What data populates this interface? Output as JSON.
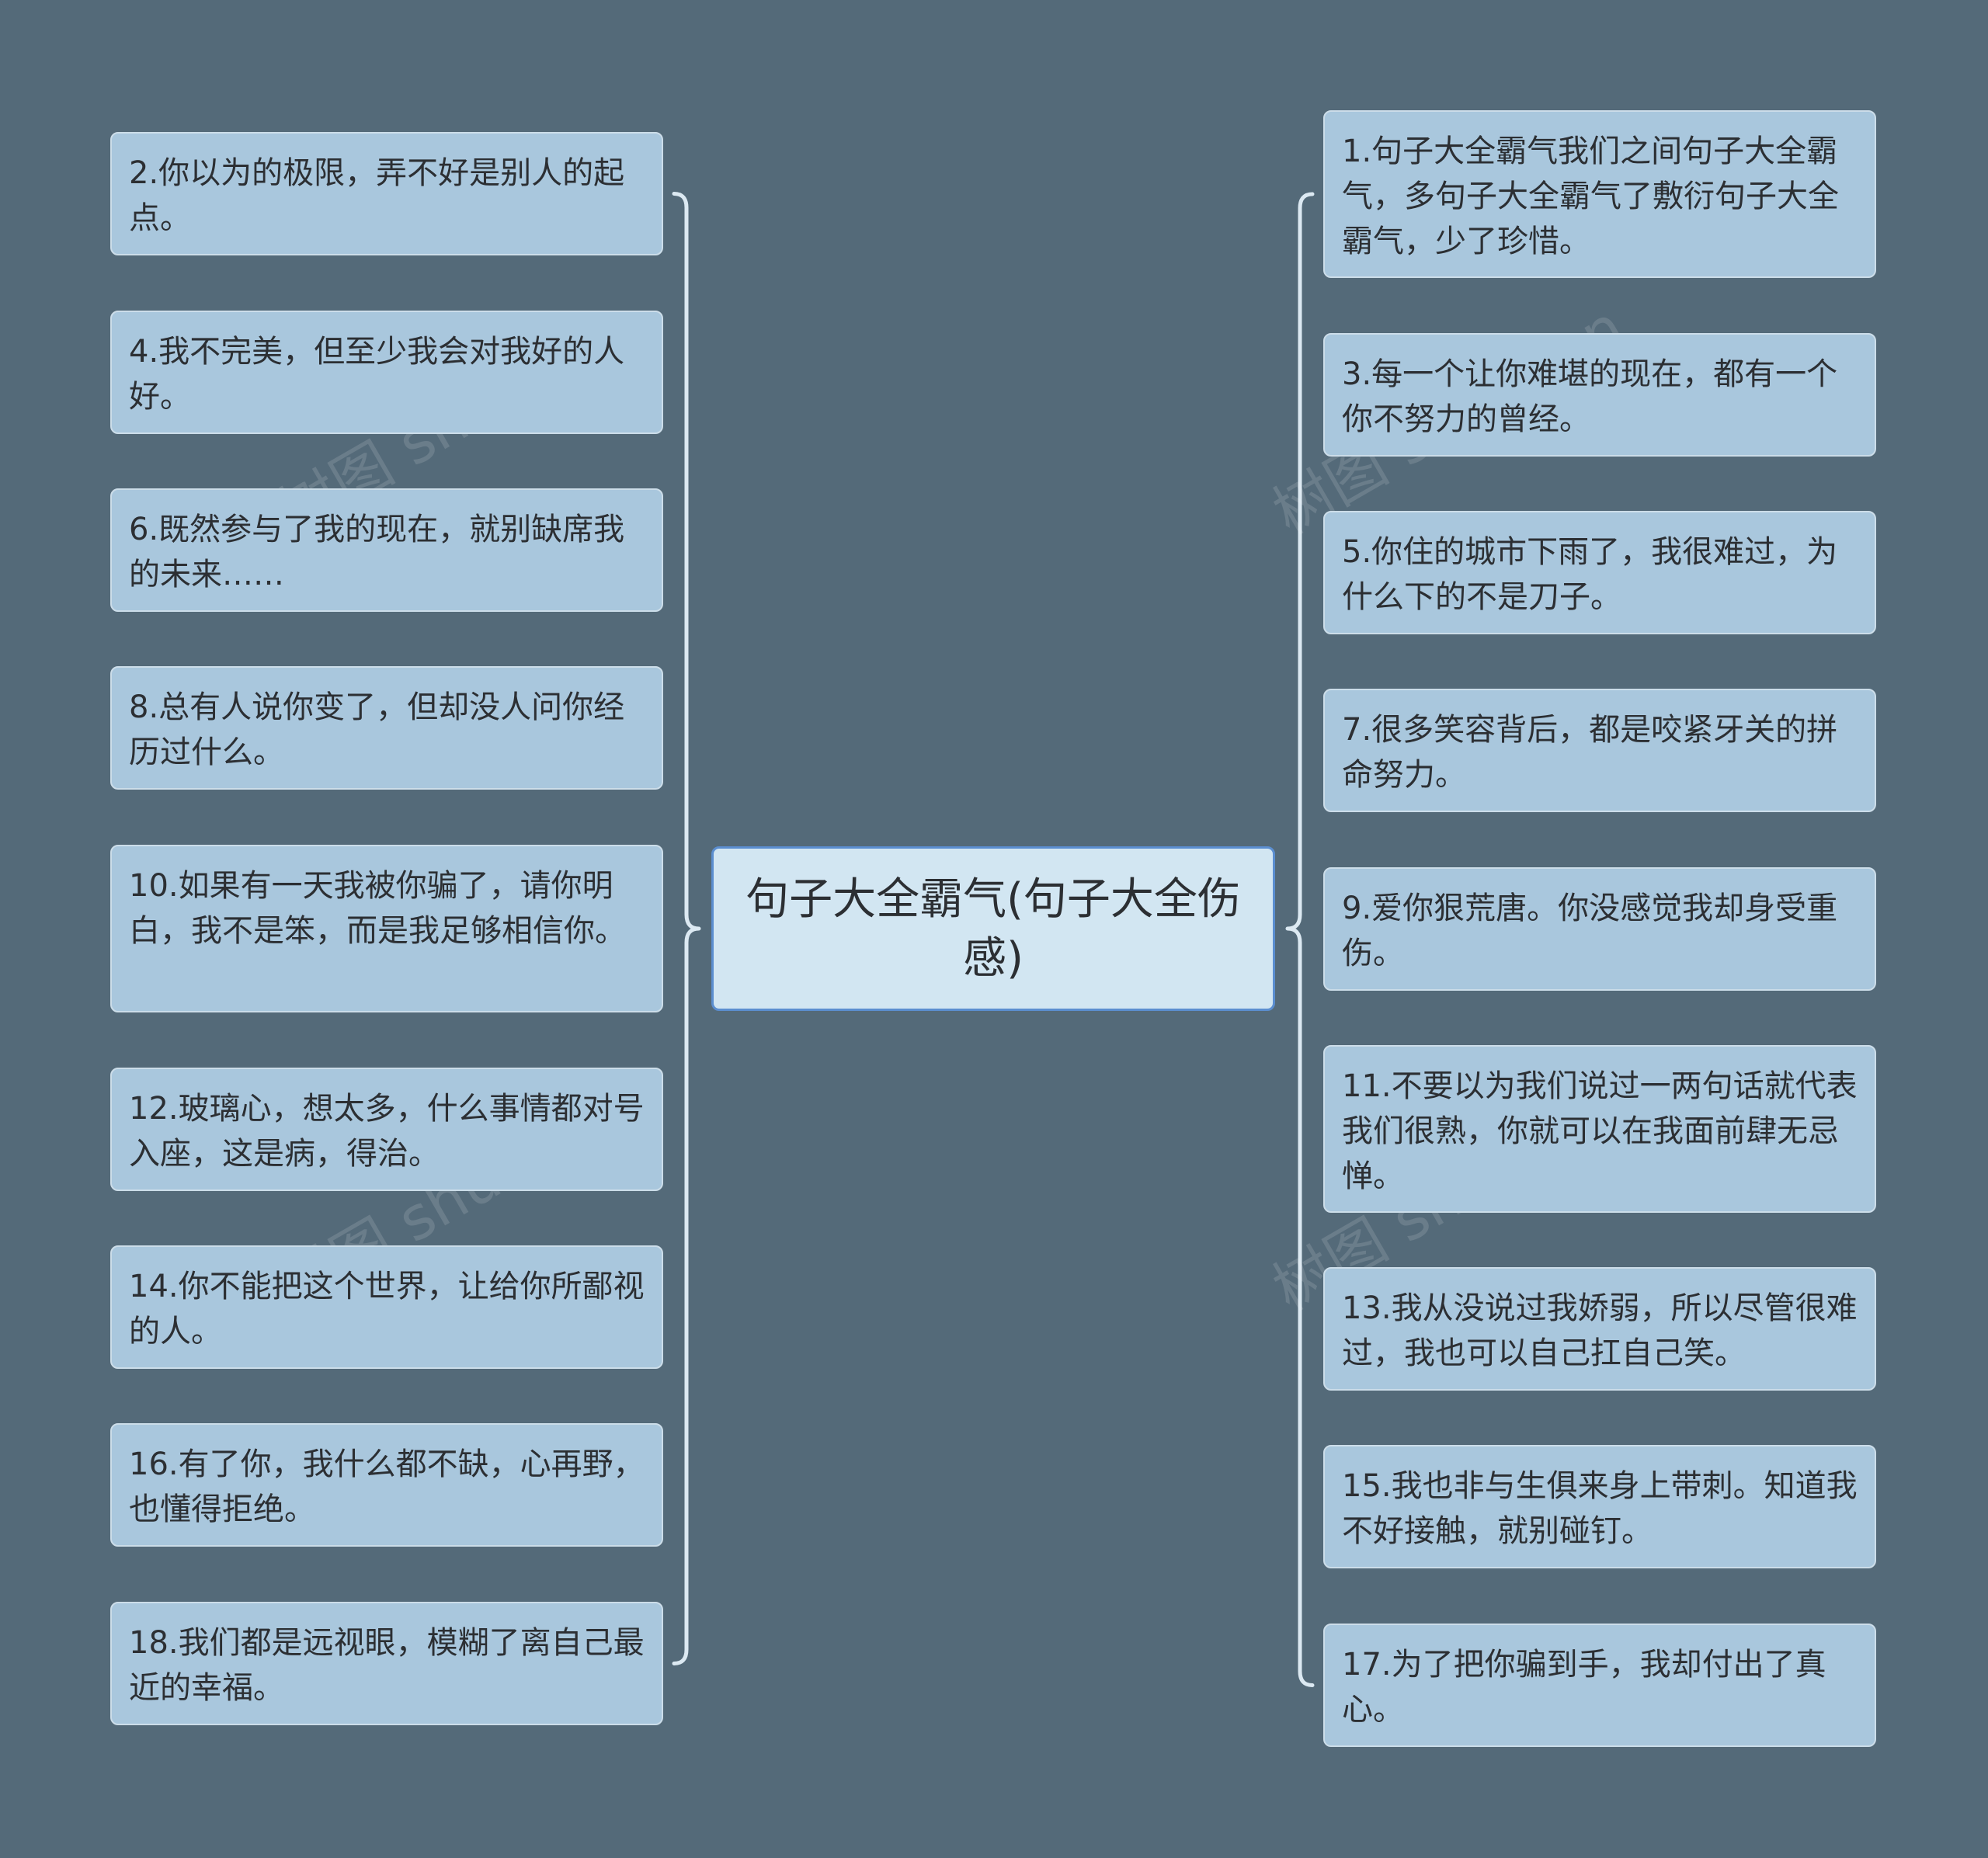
{
  "center": {
    "text": "句子大全霸气(句子大全伤感)"
  },
  "left_nodes": [
    "2.你以为的极限，弄不好是别人的起点。",
    "4.我不完美，但至少我会对我好的人好。",
    "6.既然参与了我的现在，就别缺席我的未来……",
    "8.总有人说你变了，但却没人问你经历过什么。",
    "10.如果有一天我被你骗了，请你明白，我不是笨，而是我足够相信你。",
    "12.玻璃心，想太多，什么事情都对号入座，这是病，得治。",
    "14.你不能把这个世界，让给你所鄙视的人。",
    "16.有了你，我什么都不缺，心再野，也懂得拒绝。",
    "18.我们都是远视眼，模糊了离自己最近的幸福。"
  ],
  "right_nodes": [
    "1.句子大全霸气我们之间句子大全霸气，多句子大全霸气了敷衍句子大全霸气，少了珍惜。",
    "3.每一个让你难堪的现在，都有一个你不努力的曾经。",
    "5.你住的城市下雨了，我很难过，为什么下的不是刀子。",
    "7.很多笑容背后，都是咬紧牙关的拼命努力。",
    "9.爱你狠荒唐。你没感觉我却身受重伤。",
    "11.不要以为我们说过一两句话就代表我们很熟，你就可以在我面前肆无忌惮。",
    "13.我从没说过我娇弱，所以尽管很难过，我也可以自己扛自己笑。",
    "15.我也非与生俱来身上带刺。知道我不好接触，就别碰钉。",
    "17.为了把你骗到手，我却付出了真心。"
  ],
  "watermark": "树图 shutu.cn",
  "colors": {
    "background": "#546a79",
    "node_fill": "#a9c7dd",
    "node_border": "#ccdde9",
    "center_fill": "#d2e6f2",
    "center_border": "#5b8ed0",
    "connector": "#dce9f2"
  }
}
